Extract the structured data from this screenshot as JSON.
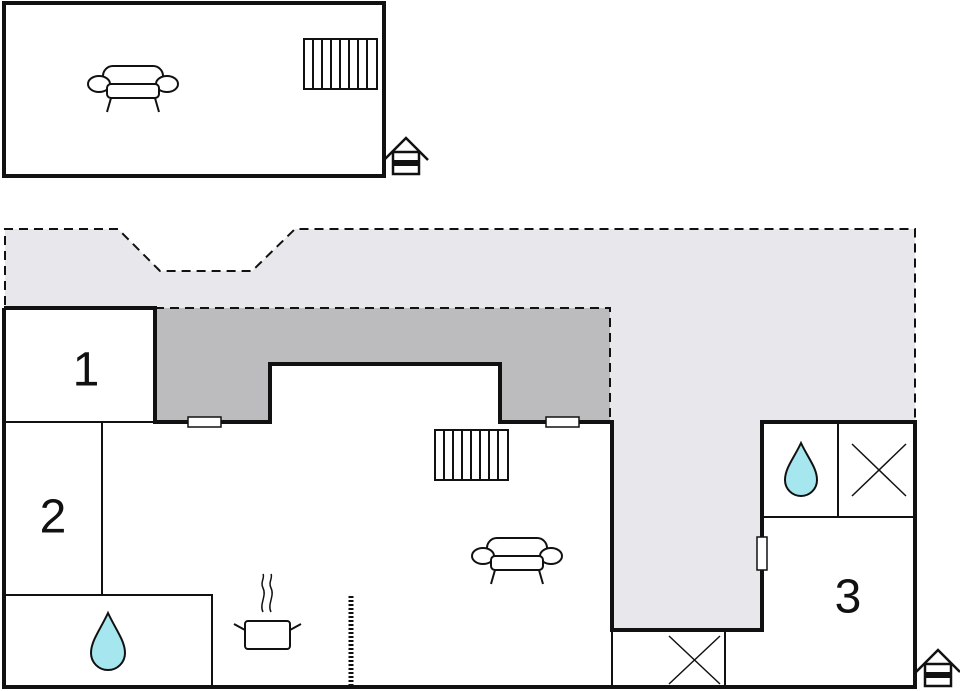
{
  "floorplan": {
    "rooms": [
      {
        "id": "room-1",
        "label": "1"
      },
      {
        "id": "room-2",
        "label": "2"
      },
      {
        "id": "room-3",
        "label": "3"
      }
    ],
    "icons": [
      "sofa-icon",
      "radiator-icon",
      "entrance-house-icon",
      "water-drop-icon",
      "closet-x-icon",
      "cooking-pot-icon"
    ],
    "colors": {
      "terrace": "#e8e8ec",
      "covered_area": "#bcbcbf",
      "walls": "#111111",
      "water_drop": "#a6e6ee"
    }
  }
}
